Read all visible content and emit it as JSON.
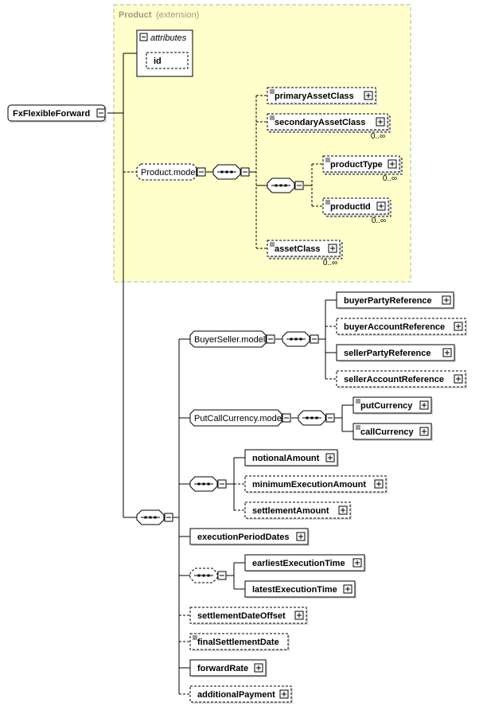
{
  "root": {
    "label": "FxFlexibleForward"
  },
  "extension": {
    "title": "Product",
    "subtitle": "(extension)",
    "fill": "#ffffcc",
    "border": "#b5b5a0"
  },
  "attributes": {
    "header": "attributes",
    "items": [
      "id"
    ]
  },
  "groups": {
    "product_model": "Product.model",
    "buyer_seller_model": "BuyerSeller.model",
    "put_call_currency_model": "PutCallCurrency.model"
  },
  "elements": {
    "primaryAssetClass": "primaryAssetClass",
    "secondaryAssetClass": "secondaryAssetClass",
    "productType": "productType",
    "productId": "productId",
    "assetClass": "assetClass",
    "buyerPartyReference": "buyerPartyReference",
    "buyerAccountReference": "buyerAccountReference",
    "sellerPartyReference": "sellerPartyReference",
    "sellerAccountReference": "sellerAccountReference",
    "putCurrency": "putCurrency",
    "callCurrency": "callCurrency",
    "notionalAmount": "notionalAmount",
    "minimumExecutionAmount": "minimumExecutionAmount",
    "settlementAmount": "settlementAmount",
    "executionPeriodDates": "executionPeriodDates",
    "earliestExecutionTime": "earliestExecutionTime",
    "latestExecutionTime": "latestExecutionTime",
    "settlementDateOffset": "settlementDateOffset",
    "finalSettlementDate": "finalSettlementDate",
    "forwardRate": "forwardRate",
    "additionalPayment": "additionalPayment"
  },
  "occurrences": {
    "secondaryAssetClass": "0..∞",
    "productType": "0..∞",
    "productId": "0..∞",
    "assetClass": "0..∞"
  },
  "icons": {
    "expand": "plus-box-icon",
    "collapse": "minus-box-icon",
    "sequence": "sequence-compositor-icon",
    "documentation": "documentation-icon"
  }
}
